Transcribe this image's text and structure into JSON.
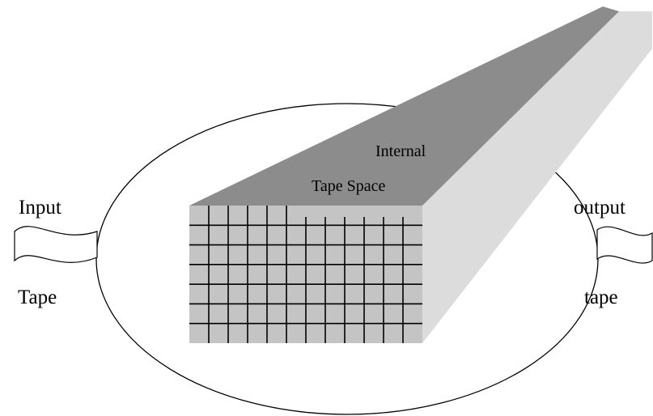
{
  "labels": {
    "input_top": "Input",
    "input_bottom": "Tape",
    "output_top": "output",
    "output_bottom": "tape",
    "internal_top": "Internal",
    "internal_bottom": "Tape Space"
  },
  "grid": {
    "columns": 12,
    "rows": 7
  },
  "colors": {
    "prism_top": "#8c8c8c",
    "prism_side": "#dcdcdc",
    "grid_fill": "#c4c4c4",
    "grid_lines": "#000000"
  }
}
